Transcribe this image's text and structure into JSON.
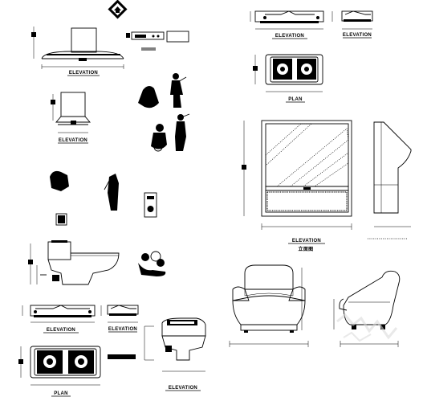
{
  "labels": {
    "hood_large": "ELEVATION",
    "hood_small": "ELEVATION",
    "stove_top_left": "ELEVATION",
    "stove_top_right": "ELEVATION",
    "stove_plan_top": "PLAN",
    "tv": "ELEVATION",
    "tv_caption": "立面图",
    "stove_bottom_left": "ELEVATION",
    "stove_bottom_right": "ELEVATION",
    "stove_plan_bottom": "PLAN",
    "washer": "ELEVATION"
  },
  "colors": {
    "ink": "#000000",
    "paper": "#ffffff",
    "watermark": "#d8d8d8"
  },
  "icons": [
    "house-logo-icon",
    "figure-icon",
    "toy-icon",
    "dog-icon",
    "tree-icon"
  ]
}
